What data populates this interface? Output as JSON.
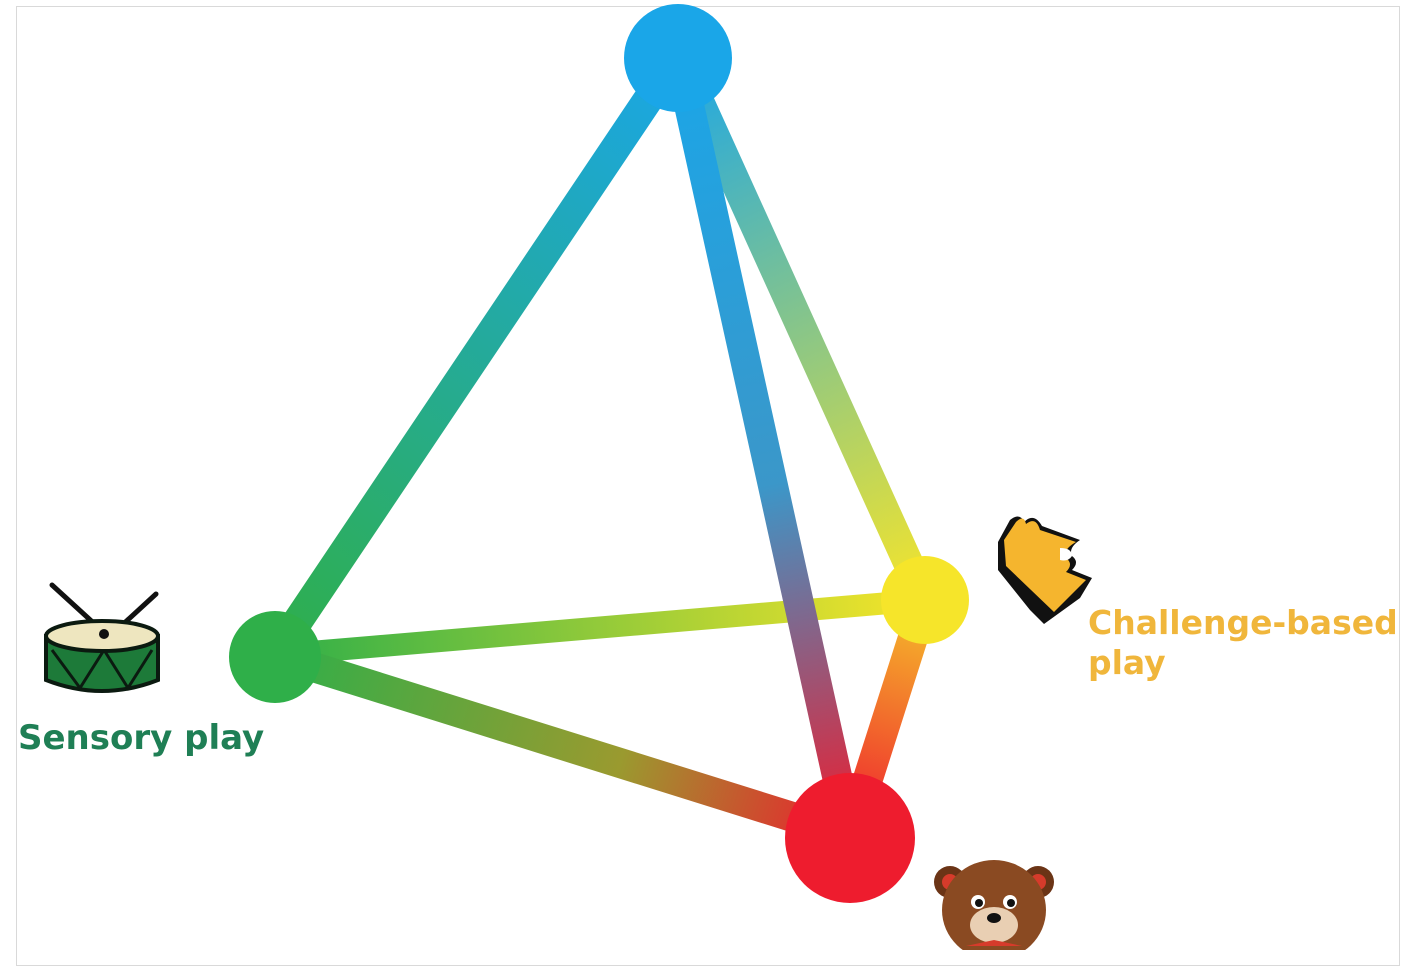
{
  "nodes": {
    "sensory": {
      "label": "Sensory play",
      "color": "#2faf49"
    },
    "challenge": {
      "label_line1": "Challenge-based",
      "label_line2": "play",
      "color": "#f6e52a",
      "label_color": "#f0b63b"
    },
    "top": {
      "color": "#1aa6e8"
    },
    "bottom": {
      "color": "#ee1c2e"
    }
  },
  "label_colors": {
    "sensory": "#1f7f55"
  },
  "icons": [
    "drum-icon",
    "puzzle-piece-icon",
    "teddy-bear-icon"
  ]
}
